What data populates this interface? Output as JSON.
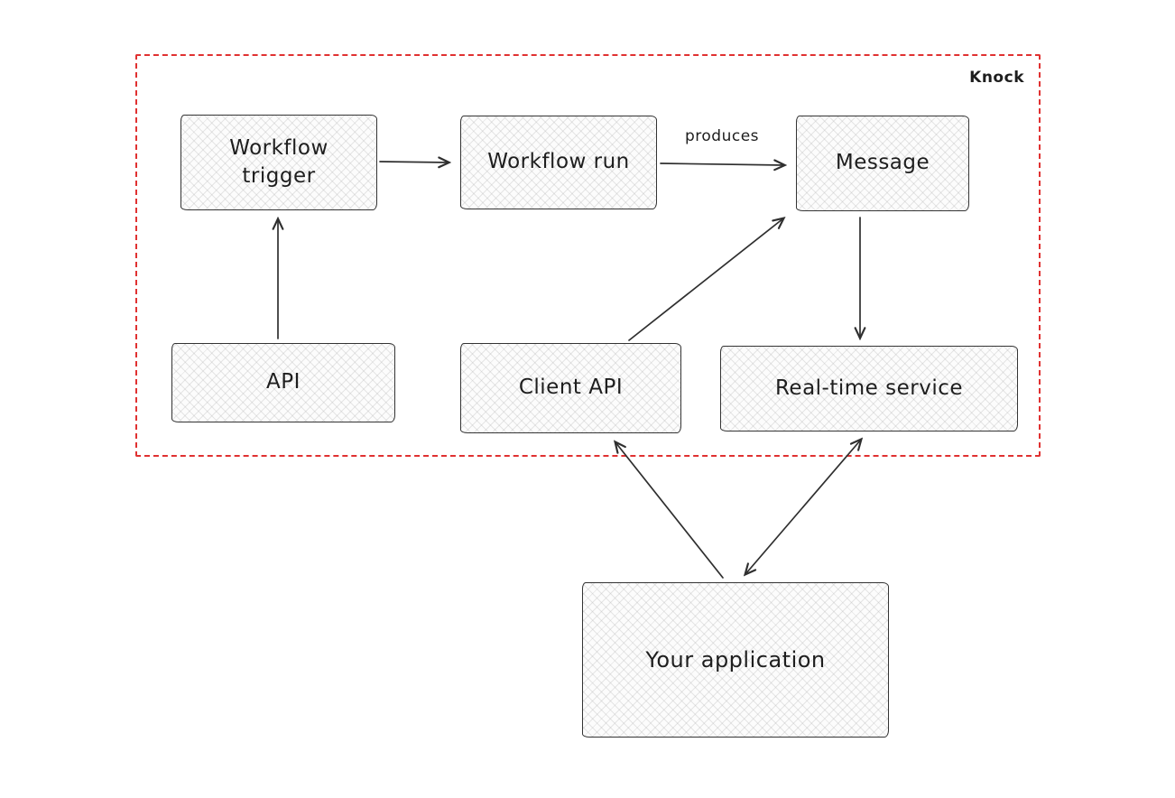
{
  "diagram": {
    "boundary_label": "Knock",
    "nodes": {
      "workflow_trigger": {
        "label": "Workflow trigger"
      },
      "workflow_run": {
        "label": "Workflow run"
      },
      "message": {
        "label": "Message"
      },
      "api": {
        "label": "API"
      },
      "client_api": {
        "label": "Client API"
      },
      "real_time_service": {
        "label": "Real-time service"
      },
      "your_application": {
        "label": "Your application"
      }
    },
    "edges": [
      {
        "from": "workflow_trigger",
        "to": "workflow_run",
        "label": ""
      },
      {
        "from": "workflow_run",
        "to": "message",
        "label": "produces"
      },
      {
        "from": "api",
        "to": "workflow_trigger",
        "label": ""
      },
      {
        "from": "client_api",
        "to": "message",
        "label": ""
      },
      {
        "from": "message",
        "to": "real_time_service",
        "label": ""
      },
      {
        "from": "your_application",
        "to": "client_api",
        "label": ""
      },
      {
        "from": "your_application",
        "to": "real_time_service",
        "label": "",
        "bidirectional": true
      }
    ],
    "colors": {
      "boundary": "#e03131",
      "stroke": "#2f2f2f",
      "text": "#1e1e1e"
    }
  }
}
